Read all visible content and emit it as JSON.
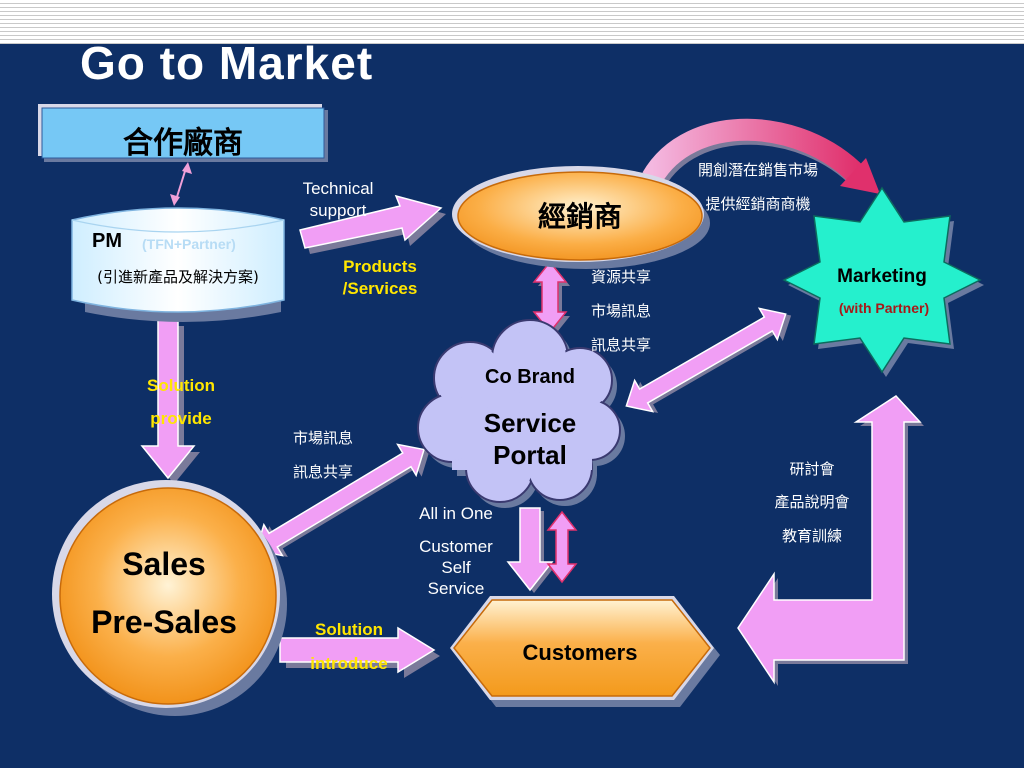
{
  "title": "Go to Market",
  "nodes": {
    "partner": {
      "label": "合作廠商"
    },
    "pm": {
      "label": "PM",
      "sublabel": "(TFN+Partner)",
      "desc": "(引進新產品及解決方案)"
    },
    "dealer": {
      "label": "經銷商"
    },
    "marketing": {
      "label": "Marketing",
      "sublabel": "(with Partner)"
    },
    "cobrand": {
      "line1": "Co Brand",
      "line2": "Service",
      "line3": "Portal"
    },
    "sales": {
      "line1": "Sales",
      "line2": "Pre-Sales"
    },
    "customers": {
      "label": "Customers"
    }
  },
  "labels": {
    "technical_support": [
      "Technical",
      "support"
    ],
    "products_services": [
      "Products",
      "/Services"
    ],
    "dealer_marketing": [
      "開創潛在銷售市場",
      "提供經銷商商機"
    ],
    "dealer_portal": [
      "資源共享",
      "市場訊息",
      "訊息共享"
    ],
    "solution_provide": [
      "Solution",
      "provide"
    ],
    "sales_portal": [
      "市場訊息",
      "訊息共享"
    ],
    "portal_customers": [
      "All in One",
      "Customer",
      "Self",
      "Service"
    ],
    "marketing_customers": [
      "研討會",
      "產品說明會",
      "教育訓練"
    ],
    "solution_introduce": [
      "Solution",
      "introduce"
    ]
  },
  "colors": {
    "background": "#0e2f66",
    "arrow_fill": "#f19ef5",
    "highlight_text": "#ffe600",
    "orange": "#f9a02a",
    "light_blue": "#76c8f5",
    "teal": "#25f0cd",
    "cloud": "#c3c3f6"
  }
}
